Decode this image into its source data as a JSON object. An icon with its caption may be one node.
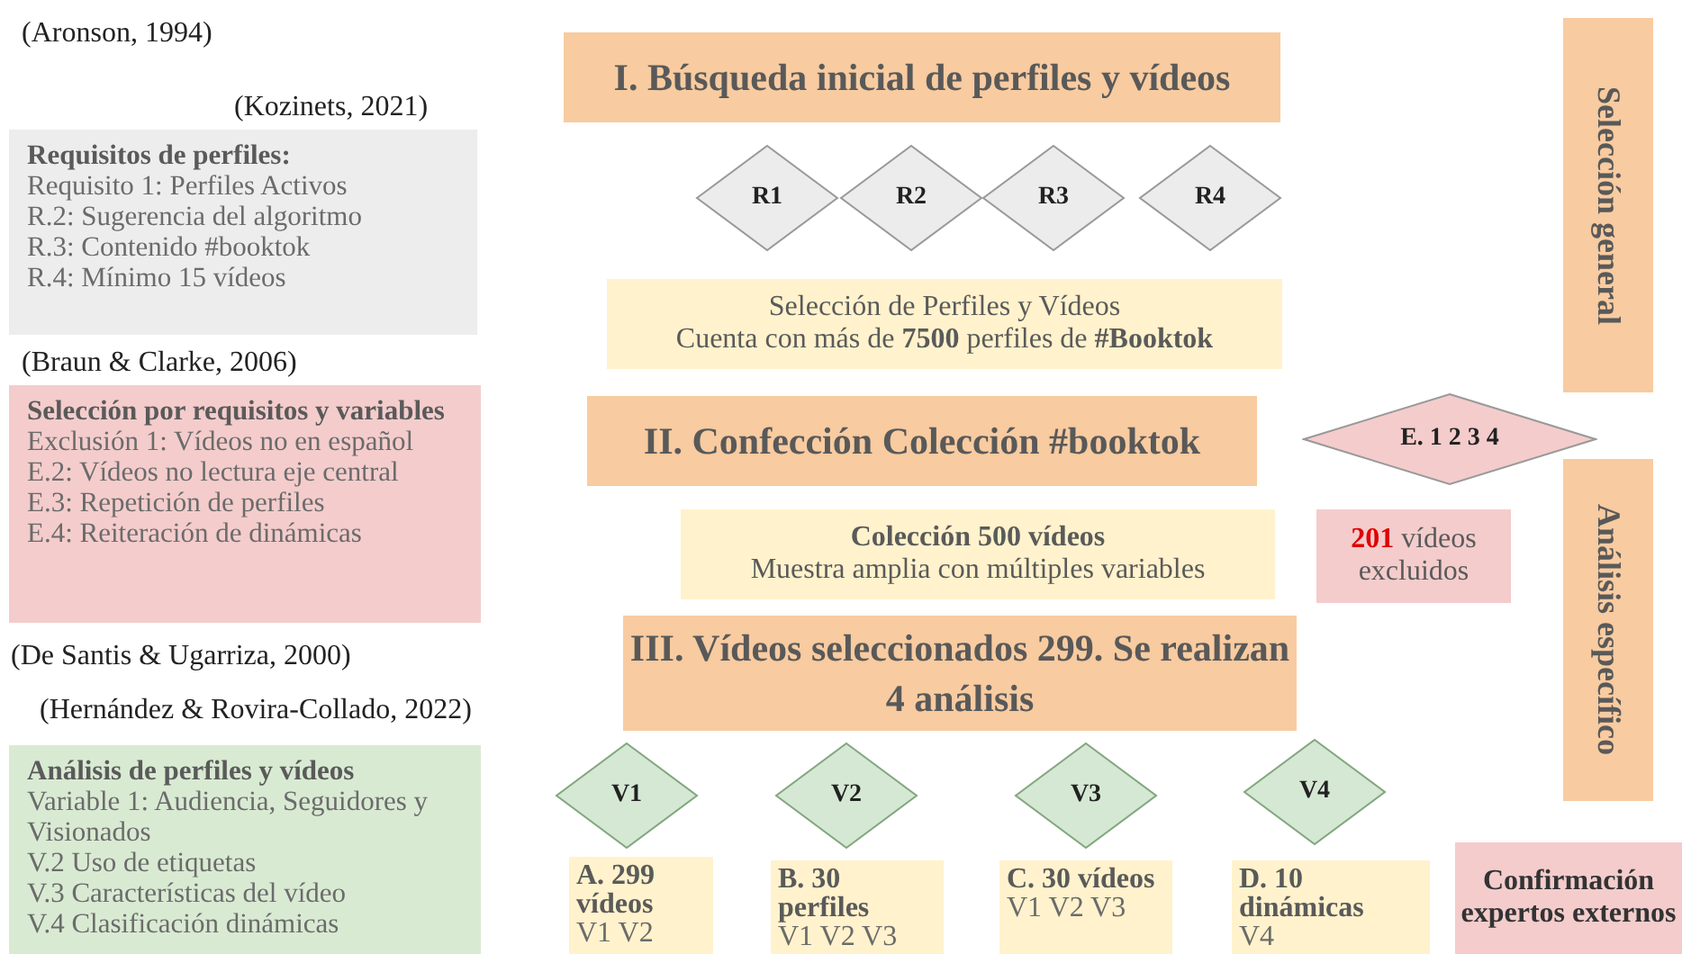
{
  "diagram": {
    "nodes": [
      {
        "text": [
          "Requisitos de perfiles:",
          "Requisito 1: Perfiles Activos",
          "R.2: Sugerencia del algoritmo",
          "R.3: Contenido #booktok",
          "R.4: Mínimo 15 vídeos"
        ]
      },
      {
        "text": [
          "Selección por requisitos y variables",
          "Exclusión 1: Vídeos no en español",
          "E.2: Vídeos no lectura eje central",
          "E.3: Repetición de perfiles",
          "E.4: Reiteración de dinámicas"
        ]
      },
      {
        "text": [
          "Análisis de perfiles y vídeos",
          "Variable 1: Audiencia, Seguidores y Visionados",
          "V.2 Uso de etiquetas",
          "V.3 Características del vídeo",
          "V.4 Clasificación dinámicas"
        ]
      },
      {
        "text": [
          "I. Búsqueda inicial de perfiles y vídeos"
        ]
      },
      {
        "text": [
          "R1"
        ]
      },
      {
        "text": [
          "R2"
        ]
      },
      {
        "text": [
          "R3"
        ]
      },
      {
        "text": [
          "R4"
        ]
      },
      {
        "text": [
          "Selección de Perfiles y Vídeos",
          "Cuenta con más de **7500** perfiles de **#Booktok**"
        ]
      },
      {
        "text": [
          "II. Confección Colección #booktok"
        ]
      },
      {
        "text": [
          "E. 1 2 3 4"
        ]
      },
      {
        "text": [
          "Colección 500 vídeos",
          "Muestra amplia con múltiples variables"
        ]
      },
      {
        "text": [
          "**201** vídeos excluidos"
        ]
      },
      {
        "text": [
          "III. Vídeos seleccionados 299. Se realizan 4 análisis"
        ]
      },
      {
        "text": [
          "V1"
        ]
      },
      {
        "text": [
          "V2"
        ]
      },
      {
        "text": [
          "V3"
        ]
      },
      {
        "text": [
          "V4"
        ]
      },
      {
        "text": [
          "A. 299 vídeos",
          "V1 V2"
        ]
      },
      {
        "text": [
          "B. 30 perfiles",
          "V1 V2 V3"
        ]
      },
      {
        "text": [
          "C. 30 vídeos",
          "V1 V2 V3"
        ]
      },
      {
        "text": [
          "D. 10 dinámicas",
          "V4"
        ]
      },
      {
        "text": [
          "Confirmación expertos externos"
        ]
      },
      {
        "text": [
          "Selección general"
        ]
      },
      {
        "text": [
          "Análisis específico"
        ]
      }
    ],
    "labels": [
      "(Aronson, 1994)",
      "(Kozinets, 2021)",
      "(Braun & Clarke, 2006)",
      "(De Santis & Ugarriza, 2000)",
      "(Hernández & Rovira-Collado, 2022)"
    ]
  }
}
